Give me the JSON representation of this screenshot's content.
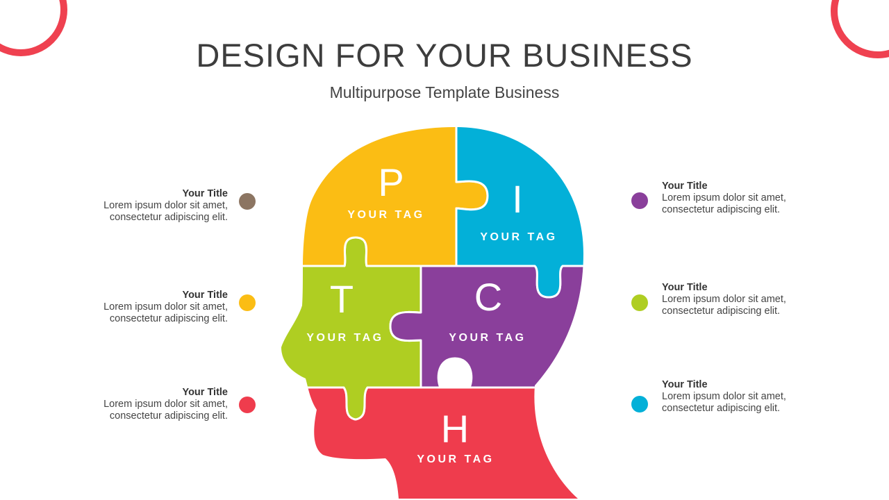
{
  "header": {
    "title": "DESIGN FOR YOUR BUSINESS",
    "subtitle": "Multipurpose Template Business"
  },
  "colors": {
    "accent_ring": "#ef4150",
    "yellow": "#fbbd14",
    "blue": "#03b0d8",
    "green": "#afce22",
    "purple": "#8a3f9b",
    "red": "#ef3c4d",
    "brown": "#8c7562"
  },
  "pieces": [
    {
      "letter": "P",
      "tag": "YOUR TAG"
    },
    {
      "letter": "I",
      "tag": "YOUR TAG"
    },
    {
      "letter": "T",
      "tag": "YOUR TAG"
    },
    {
      "letter": "C",
      "tag": "YOUR TAG"
    },
    {
      "letter": "H",
      "tag": "YOUR TAG"
    }
  ],
  "left_items": [
    {
      "title": "Your Title",
      "text": "Lorem ipsum dolor sit amet,\nconsectetur adipiscing elit.",
      "color": "#8c7562"
    },
    {
      "title": "Your Title",
      "text": "Lorem ipsum dolor sit amet,\nconsectetur adipiscing elit.",
      "color": "#fbbd14"
    },
    {
      "title": "Your Title",
      "text": "Lorem ipsum dolor sit amet,\nconsectetur adipiscing elit.",
      "color": "#ef3c4d"
    }
  ],
  "right_items": [
    {
      "title": "Your Title",
      "text": "Lorem ipsum dolor sit amet,\nconsectetur adipiscing elit.",
      "color": "#8a3f9b"
    },
    {
      "title": "Your Title",
      "text": "Lorem ipsum dolor sit amet,\nconsectetur adipiscing elit.",
      "color": "#afce22"
    },
    {
      "title": "Your Title",
      "text": "Lorem ipsum dolor sit amet,\nconsectetur adipiscing elit.",
      "color": "#03b0d8"
    }
  ]
}
